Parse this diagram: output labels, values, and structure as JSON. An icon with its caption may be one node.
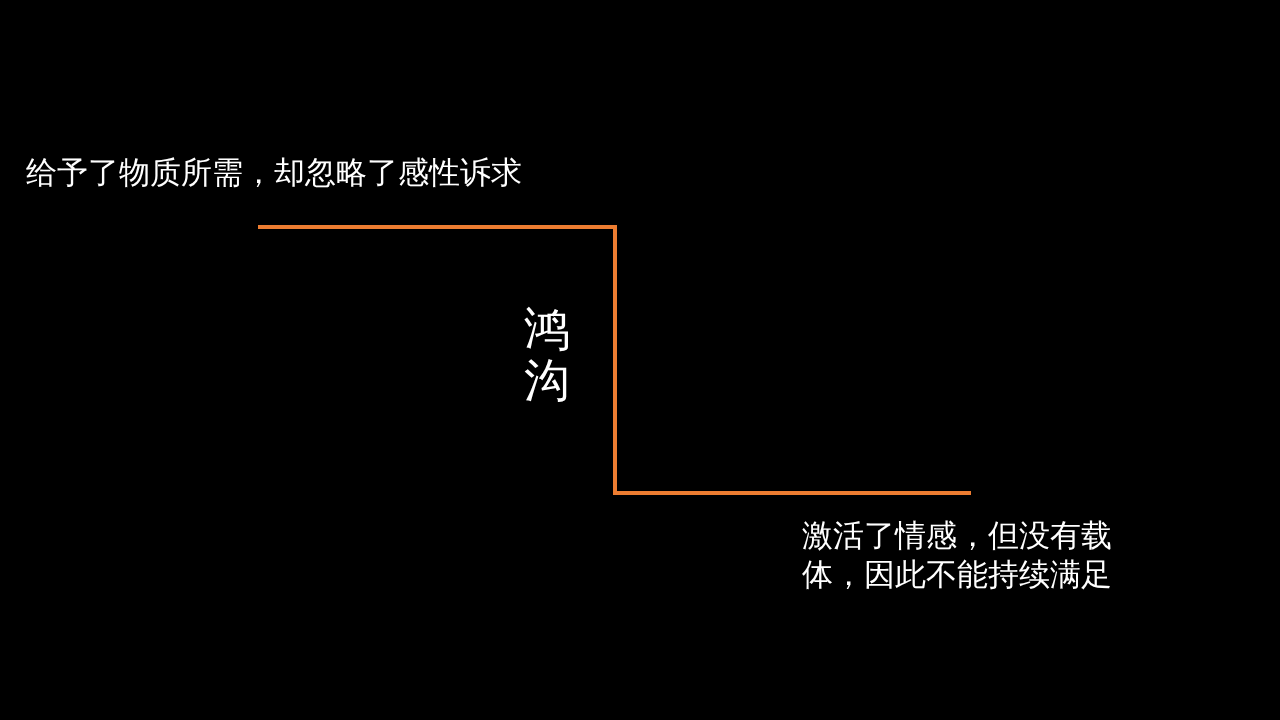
{
  "diagram": {
    "labels": [
      "给予了物质所需，却忽略了感性诉求",
      "鸿沟",
      "激活了情感，但没有载体，因此不能持续满足"
    ]
  }
}
